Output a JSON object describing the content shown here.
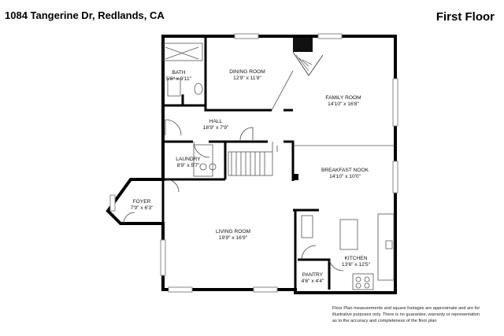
{
  "header": {
    "address": "1084 Tangerine Dr, Redlands, CA",
    "floor": "First Floor"
  },
  "rooms": [
    {
      "name": "BATH",
      "size": "5'8\" x 9'11\""
    },
    {
      "name": "DINING ROOM",
      "size": "12'9\" x 11'8\""
    },
    {
      "name": "FAMILY ROOM",
      "size": "14'10\" x 16'8\""
    },
    {
      "name": "HALL",
      "size": "18'9\" x 7'9\""
    },
    {
      "name": "LAUNDRY",
      "size": "8'9\" x 5'7\""
    },
    {
      "name": "BREAKFAST NOOK",
      "size": "14'10\" x 10'0\""
    },
    {
      "name": "FOYER",
      "size": "7'9\" x 6'3\""
    },
    {
      "name": "LIVING ROOM",
      "size": "19'9\" x 16'9\""
    },
    {
      "name": "KITCHEN",
      "size": "13'6\" x 12'5\""
    },
    {
      "name": "PANTRY",
      "size": "4'6\" x 4'4\""
    }
  ],
  "disclaimer": [
    "Floor Plan measurements and square footages are approximate and are for",
    "illustrative purposes only. There is no guarantee, warranty or representation",
    "as to the accuracy and completeness of the floor plan"
  ]
}
